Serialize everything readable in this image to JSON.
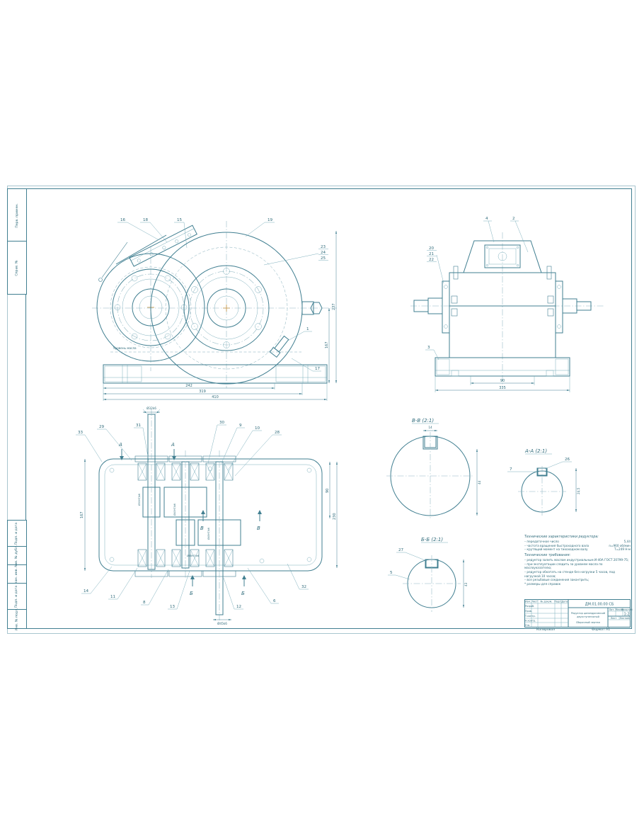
{
  "frame": {
    "t0": "Перв. примен.",
    "t1": "Справ. №",
    "b0": "Подп. и дата",
    "b1": "Инв. № дубл.",
    "b2": "Взам. инв. №",
    "b3": "Подп. и дата",
    "b4": "Инв. № подл.",
    "copy": "Копировал",
    "fmt": "Формат А1"
  },
  "front": {
    "c16": "16",
    "c18": "18",
    "c15": "15",
    "c19": "19",
    "stack0": "23",
    "stack1": "24",
    "stack2": "25",
    "c1": "1",
    "c17": "17",
    "oil": "Уровень масла",
    "d242": "242",
    "d319": "319",
    "d410": "410",
    "d167": "167",
    "d237": "237"
  },
  "side": {
    "c4": "4",
    "c2": "2",
    "stack0": "20",
    "stack1": "21",
    "stack2": "22",
    "c3": "3",
    "d90": "90",
    "d335": "335"
  },
  "plan": {
    "c33": "33",
    "c29": "29",
    "c31": "31",
    "c30": "30",
    "c9": "9",
    "c10": "10",
    "c28": "28",
    "c14": "14",
    "c11": "11",
    "c8": "8",
    "c13": "13",
    "c12": "12",
    "c6": "6",
    "c32": "32",
    "lA": "А",
    "lB": "Б",
    "lV": "В",
    "dtop": "Ø32k6",
    "dbot": "Ø45k6",
    "dleft": "167",
    "dr1": "90",
    "dr2": "230",
    "fit0": "Ø30H7/k6",
    "fit1": "Ø40H7/k6",
    "fit2": "Ø45H7/k6",
    "fit3": "Ø35H7/k6"
  },
  "sec": {
    "vv_t": "В-В (2:1)",
    "vv_d1": "14",
    "vv_d2": "44",
    "aa_t": "А-А (2:1)",
    "aa_c7": "7",
    "aa_c26": "26",
    "aa_d": "24,5",
    "bb_t": "Б-Б (2:1)",
    "bb_c27": "27",
    "bb_c5": "5",
    "bb_d": "43"
  },
  "specs": {
    "title": "Технические характеристики редуктора:",
    "c0l": "– передаточное число",
    "c0v": "5,44",
    "c1l": "– частота вращения быстроходного вала",
    "c1v": "n=960 об/мин",
    "c2l": "– крутящий момент на тихоходном валу",
    "c2v": "Т=249 Н·м",
    "rt": "Технические требования:",
    "r0": "– редуктор залить маслом индустриальным И-40А ГОСТ 20799-75;",
    "r1": "– при эксплуатации следить за уровнем масла по маслоуказателю;",
    "r2": "– редуктор обкатать на стенде без нагрузки 5 часов, под нагрузкой 10 часов;",
    "r3": "– все резьбовые соединения законтрить;",
    "r4": "* размеры для справок"
  },
  "tb": {
    "des": "ДМ.01.00.00 СБ",
    "name1": "Редуктор цилиндрический",
    "name2": "двухступенчатый",
    "doc": "Сборочный чертеж",
    "h0": "Изм.",
    "h1": "Лист",
    "h2": "№ докум.",
    "h3": "Подп.",
    "h4": "Дата",
    "r0": "Разраб.",
    "r1": "Пров.",
    "r2": "Т.контр.",
    "r3": "Н.контр.",
    "r4": "Утв.",
    "lit": "Лит.",
    "mass": "Масса",
    "scalel": "Масштаб",
    "scale": "1:2",
    "sheetl": "Лист",
    "sheetsl": "Листов",
    "sheets": "1"
  }
}
